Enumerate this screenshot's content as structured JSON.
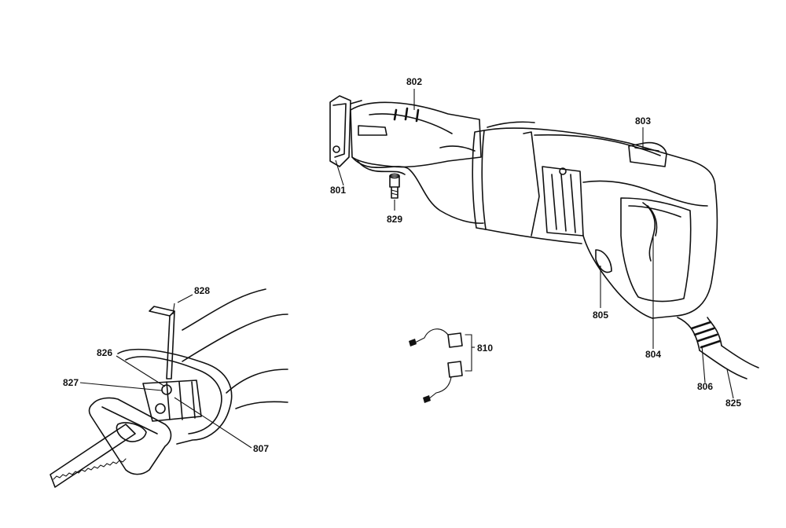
{
  "part_labels": {
    "p801": "801",
    "p802": "802",
    "p803": "803",
    "p804": "804",
    "p805": "805",
    "p806": "806",
    "p807": "807",
    "p810": "810",
    "p825": "825",
    "p826": "826",
    "p827": "827",
    "p828": "828",
    "p829": "829"
  }
}
